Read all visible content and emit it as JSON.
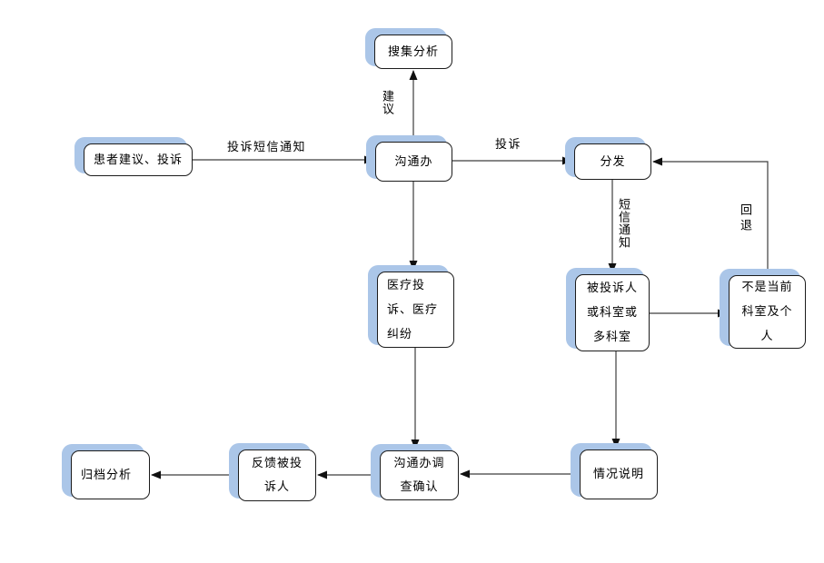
{
  "colors": {
    "background": "#ffffff",
    "box_fill": "#ffffff",
    "box_border": "#1c1c1c",
    "box_shadow": "#abc6e8",
    "connector": "#3d3d3d",
    "arrowhead": "#101010",
    "text": "#000000"
  },
  "nodes": {
    "collect": {
      "label": "搜集分析"
    },
    "patient": {
      "label": "患者建议、投诉"
    },
    "comm": {
      "label": "沟通办"
    },
    "distribute": {
      "label": "分发"
    },
    "medical": {
      "label": "医疗投\n诉、医疗\n纠纷"
    },
    "respondent": {
      "label": "被投诉人\n或科室或\n多科室"
    },
    "not_current": {
      "label": "不是当前\n科室及个\n人"
    },
    "explain": {
      "label": "情况说明"
    },
    "investigate": {
      "label": "沟通办调\n查确认"
    },
    "feedback": {
      "label": "反馈被投\n诉人"
    },
    "archive": {
      "label": "归档分析"
    }
  },
  "edge_labels": {
    "complaint_sms": "投诉短信通知",
    "suggestion": "建议",
    "complaint": "投诉",
    "sms_notice": "短信通知",
    "return_back": "回退"
  }
}
